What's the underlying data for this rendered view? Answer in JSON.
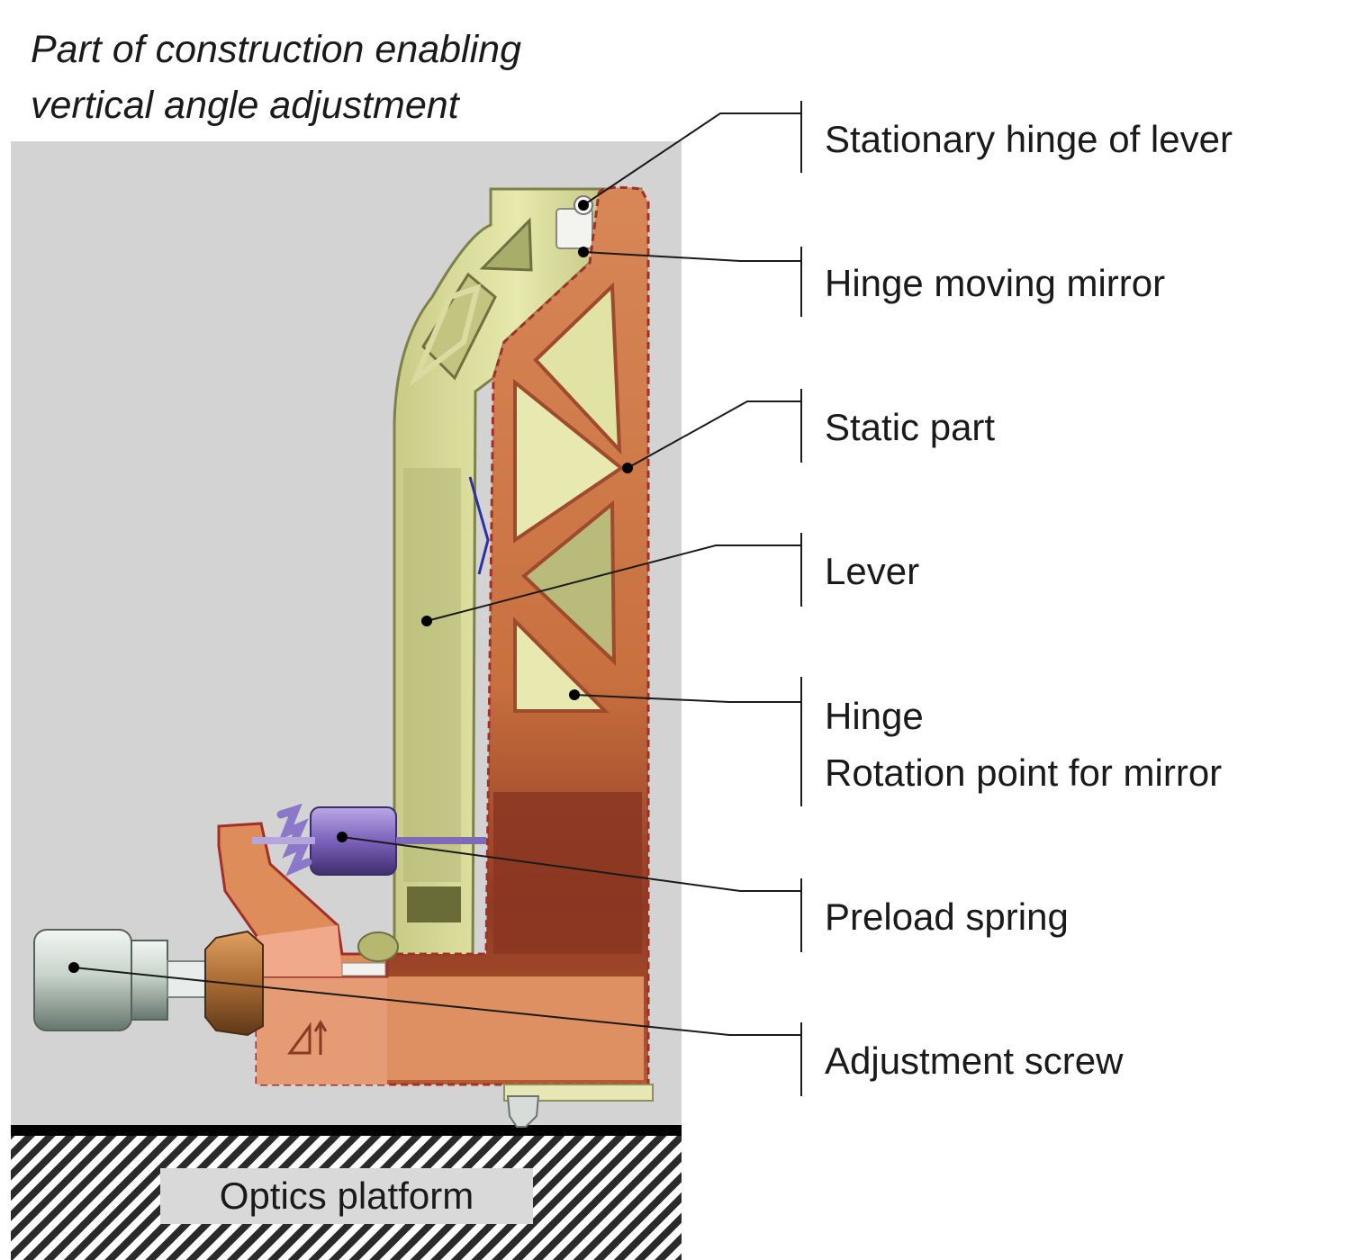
{
  "title": {
    "line1": "Part of construction enabling",
    "line2": "vertical angle adjustment"
  },
  "labels": [
    {
      "id": "stationary-hinge",
      "text": "Stationary hinge of lever"
    },
    {
      "id": "hinge-moving-mirror",
      "text": "Hinge moving mirror"
    },
    {
      "id": "static-part",
      "text": "Static part"
    },
    {
      "id": "lever",
      "text": "Lever"
    },
    {
      "id": "hinge",
      "text": "Hinge",
      "text2": "Rotation point for mirror"
    },
    {
      "id": "preload-spring",
      "text": "Preload spring"
    },
    {
      "id": "adjustment-screw",
      "text": "Adjustment screw"
    }
  ],
  "platform": {
    "label": "Optics platform"
  },
  "colors": {
    "background_panel": "#d3d3d3",
    "lever": "#e4e6a8",
    "lever_dark": "#a9ad6a",
    "static_part": "#d98a5c",
    "static_part_dark": "#9e4a2c",
    "spring": "#8c78c4",
    "screw": "#c8d4cc",
    "leader": "#1a1a1a"
  }
}
